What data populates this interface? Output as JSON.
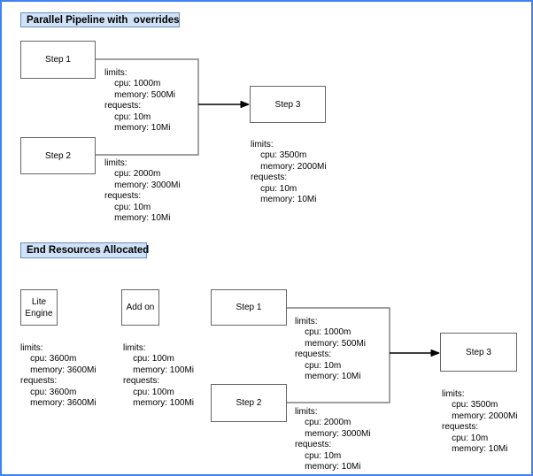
{
  "colors": {
    "frame": "#3e82f4",
    "title_fill": "#cfe2f7",
    "title_border": "#6c8ebf",
    "box_border": "#666666",
    "connector": "#666666",
    "arrow": "#000000",
    "text": "#000000"
  },
  "pipeline": {
    "title": "Parallel Pipeline with  overrides",
    "step1": {
      "label": "Step 1",
      "resources": [
        "limits:",
        "    cpu: 1000m",
        "    memory: 500Mi",
        "requests:",
        "    cpu: 10m",
        "    memory: 10Mi"
      ]
    },
    "step2": {
      "label": "Step 2",
      "resources": [
        "limits:",
        "    cpu: 2000m",
        "    memory: 3000Mi",
        "requests:",
        "    cpu: 10m",
        "    memory: 10Mi"
      ]
    },
    "step3": {
      "label": "Step 3",
      "resources": [
        "limits:",
        "    cpu: 3500m",
        "    memory: 2000Mi",
        "requests:",
        "    cpu: 10m",
        "    memory: 10Mi"
      ]
    }
  },
  "end_resources": {
    "title": "End Resources Allocated",
    "lite_engine": {
      "label": "Lite\nEngine",
      "resources": [
        "limits:",
        "    cpu: 3600m",
        "    memory: 3600Mi",
        "requests:",
        "    cpu: 3600m",
        "    memory: 3600Mi"
      ]
    },
    "add_on": {
      "label": "Add on",
      "resources": [
        "limits:",
        "    cpu: 100m",
        "    memory: 100Mi",
        "requests:",
        "    cpu: 100m",
        "    memory: 100Mi"
      ]
    },
    "step1": {
      "label": "Step 1",
      "resources": [
        "limits:",
        "    cpu: 1000m",
        "    memory: 500Mi",
        "requests:",
        "    cpu: 10m",
        "    memory: 10Mi"
      ]
    },
    "step2": {
      "label": "Step 2",
      "resources": [
        "limits:",
        "    cpu: 2000m",
        "    memory: 3000Mi",
        "requests:",
        "    cpu: 10m",
        "    memory: 10Mi"
      ]
    },
    "step3": {
      "label": "Step 3",
      "resources": [
        "limits:",
        "    cpu: 3500m",
        "    memory: 2000Mi",
        "requests:",
        "    cpu: 10m",
        "    memory: 10Mi"
      ]
    }
  }
}
